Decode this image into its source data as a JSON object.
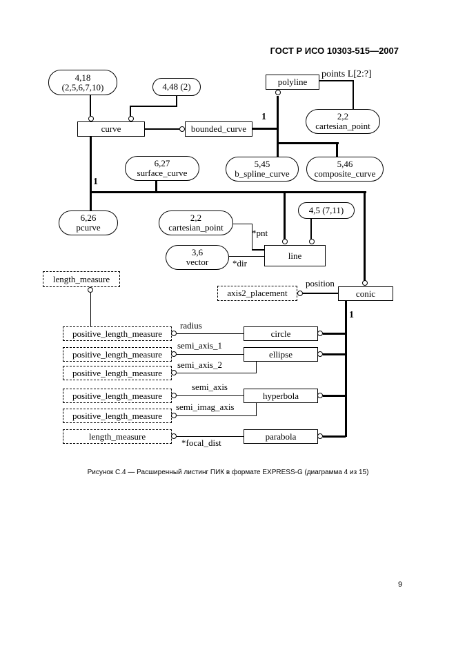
{
  "header": {
    "title": "ГОСТ Р ИСО 10303-515—2007"
  },
  "caption": "Рисунок С.4 — Расширенный листинг ПИК в формате EXPRESS-G (диаграмма 4 из 15)",
  "footer": {
    "page_number": "9"
  },
  "diagram": {
    "ovals": {
      "ref_4_18": {
        "line1": "4,18",
        "line2": "(2,5,6,7,10)"
      },
      "ref_4_48": {
        "line1": "4,48 (2)"
      },
      "cartesian_point_top": {
        "line1": "2,2",
        "line2": "cartesian_point"
      },
      "surface_curve": {
        "line1": "6,27",
        "line2": "surface_curve"
      },
      "b_spline_curve": {
        "line1": "5,45",
        "line2": "b_spline_curve"
      },
      "composite_curve": {
        "line1": "5,46",
        "line2": "composite_curve"
      },
      "pcurve": {
        "line1": "6,26",
        "line2": "pcurve"
      },
      "cartesian_point_mid": {
        "line1": "2,2",
        "line2": "cartesian_point"
      },
      "vector": {
        "line1": "3,6",
        "line2": "vector"
      },
      "ref_4_5": {
        "line1": "4,5 (7,11)"
      }
    },
    "entities": {
      "polyline": "polyline",
      "curve": "curve",
      "bounded_curve": "bounded_curve",
      "line": "line",
      "conic": "conic",
      "circle": "circle",
      "ellipse": "ellipse",
      "hyperbola": "hyperbola",
      "parabola": "parabola"
    },
    "types": {
      "length_measure_top": "length_measure",
      "axis2_placement": "axis2_placement",
      "positive_length_measure_1": "positive_length_measure",
      "positive_length_measure_2": "positive_length_measure",
      "positive_length_measure_3": "positive_length_measure",
      "positive_length_measure_4": "positive_length_measure",
      "positive_length_measure_5": "positive_length_measure",
      "length_measure_bottom": "length_measure"
    },
    "labels": {
      "points": "points L[2:?]",
      "pnt": "*pnt",
      "dir": "*dir",
      "position": "position",
      "radius": "radius",
      "semi_axis_1": "semi_axis_1",
      "semi_axis_2": "semi_axis_2",
      "semi_axis": "semi_axis",
      "semi_imag_axis": "semi_imag_axis",
      "focal_dist": "*focal_dist",
      "cardinality_one": "1"
    }
  }
}
